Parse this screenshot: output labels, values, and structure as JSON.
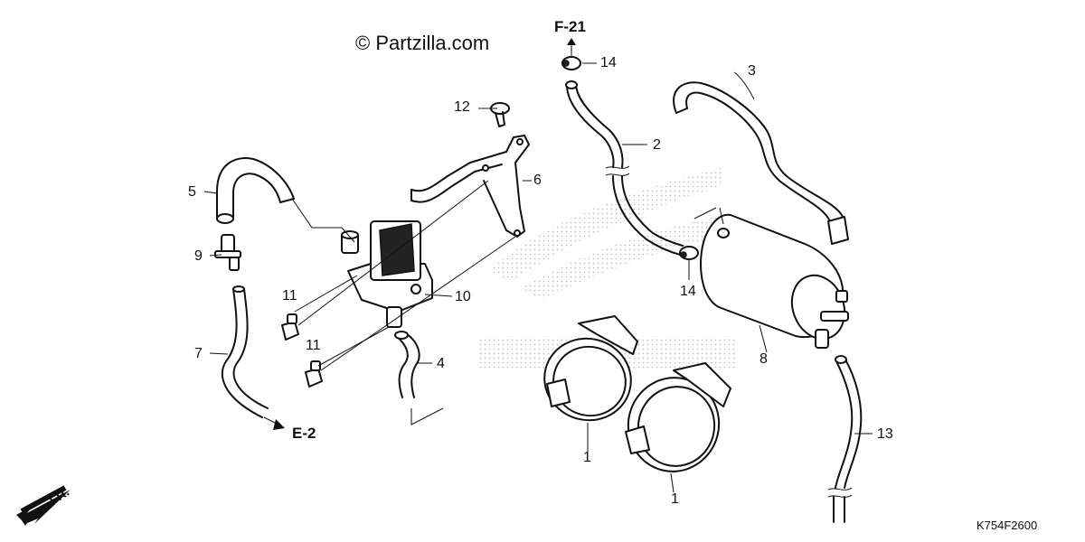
{
  "watermark": "© Partzilla.com",
  "diagram_code": "K754F2600",
  "direction_label": "FR.",
  "refs": {
    "f21": "F-21",
    "e2": "E-2"
  },
  "callouts": {
    "p1a": "1",
    "p1b": "1",
    "p2": "2",
    "p3": "3",
    "p4": "4",
    "p5": "5",
    "p6": "6",
    "p7": "7",
    "p8": "8",
    "p9": "9",
    "p10": "10",
    "p11a": "11",
    "p11b": "11",
    "p12": "12",
    "p13": "13",
    "p14a": "14",
    "p14b": "14"
  }
}
